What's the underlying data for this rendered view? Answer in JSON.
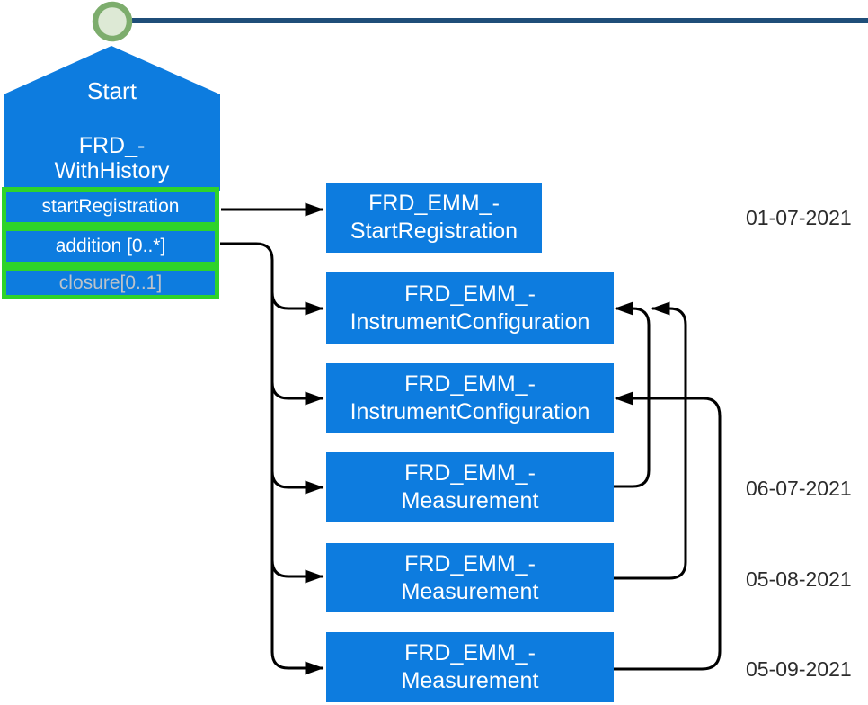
{
  "colors": {
    "node_blue": "#0d7cdf",
    "highlight_green": "#2ed32a",
    "timeline_navy": "#1f4e79",
    "marker_fill": "#dde9d5",
    "marker_stroke": "#7dad6d",
    "muted_text": "#bcc3ca",
    "arrow_black": "#000000"
  },
  "start_node": {
    "title": "Start",
    "name_line1": "FRD_-",
    "name_line2": "WithHistory",
    "rows": [
      {
        "label": "startRegistration",
        "highlighted": true
      },
      {
        "label": "addition [0..*]",
        "highlighted": true
      },
      {
        "label": "closure[0..1]",
        "highlighted": true,
        "muted": true
      }
    ]
  },
  "boxes": [
    {
      "line1": "FRD_EMM_-",
      "line2": "StartRegistration"
    },
    {
      "line1": "FRD_EMM_-",
      "line2": "InstrumentConfiguration"
    },
    {
      "line1": "FRD_EMM_-",
      "line2": "InstrumentConfiguration"
    },
    {
      "line1": "FRD_EMM_-",
      "line2": "Measurement"
    },
    {
      "line1": "FRD_EMM_-",
      "line2": "Measurement"
    },
    {
      "line1": "FRD_EMM_-",
      "line2": "Measurement"
    }
  ],
  "dates": [
    "01-07-2021",
    "06-07-2021",
    "05-08-2021",
    "05-09-2021"
  ],
  "edges": [
    {
      "from": "startRegistration",
      "to": "FRD_EMM_-StartRegistration"
    },
    {
      "from": "addition [0..*]",
      "to": "FRD_EMM_-InstrumentConfiguration-1"
    },
    {
      "from": "addition [0..*]",
      "to": "FRD_EMM_-InstrumentConfiguration-2"
    },
    {
      "from": "addition [0..*]",
      "to": "FRD_EMM_-Measurement-1"
    },
    {
      "from": "addition [0..*]",
      "to": "FRD_EMM_-Measurement-2"
    },
    {
      "from": "addition [0..*]",
      "to": "FRD_EMM_-Measurement-3"
    },
    {
      "from": "FRD_EMM_-Measurement-1",
      "to": "FRD_EMM_-InstrumentConfiguration-1"
    },
    {
      "from": "FRD_EMM_-Measurement-2",
      "to": "FRD_EMM_-InstrumentConfiguration-1"
    },
    {
      "from": "FRD_EMM_-Measurement-3",
      "to": "FRD_EMM_-InstrumentConfiguration-2"
    }
  ]
}
